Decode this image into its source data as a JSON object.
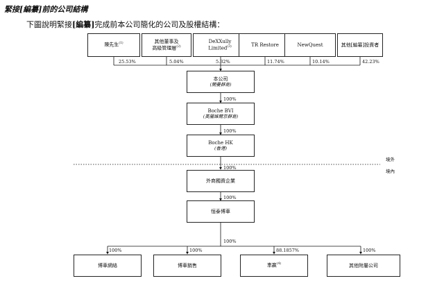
{
  "heading": "緊接[編纂]前的公司結構",
  "intro": {
    "prefix": "下圖說明緊接",
    "bracket": "[編纂]",
    "suffix": "完成前本公司簡化的公司及股權結構："
  },
  "shareholders": [
    {
      "label": "陳先生",
      "note": "(1)",
      "pct": "25.53%"
    },
    {
      "label1": "其他董事及",
      "label2": "高級管理層",
      "note": "(2)",
      "pct": "5.04%"
    },
    {
      "label1": "DeXXully",
      "label2": "Limited",
      "note": "(3)",
      "pct": "5.32%"
    },
    {
      "label": "TR Restore",
      "pct": "11.74%"
    },
    {
      "label": "NewQuest",
      "pct": "10.14%"
    },
    {
      "label": "其他[編纂]投資者",
      "pct": "42.23%"
    }
  ],
  "company": {
    "name": "本公司",
    "jurisdiction": "(開曼群島)"
  },
  "bvi": {
    "name": "Boche BVI",
    "jurisdiction": "(英屬維爾京群島)",
    "pct_in": "100%"
  },
  "hk": {
    "name": "Boche HK",
    "jurisdiction": "(香港)",
    "pct_in": "100%"
  },
  "regions": {
    "offshore": "境外",
    "onshore": "境內"
  },
  "wfoe": {
    "name": "外商獨資企業",
    "pct_in": "100%"
  },
  "hengtai": {
    "name": "恒泰博車",
    "pct_in": "100%",
    "pct_down": "100%"
  },
  "subsidiaries": [
    {
      "label": "博車網絡",
      "pct": "100%"
    },
    {
      "label": "博車銷售",
      "pct": "100%"
    },
    {
      "label": "車贏",
      "note": "(4)",
      "pct": "88.1857%"
    },
    {
      "label": "其他附屬公司",
      "pct": "100%"
    }
  ]
}
